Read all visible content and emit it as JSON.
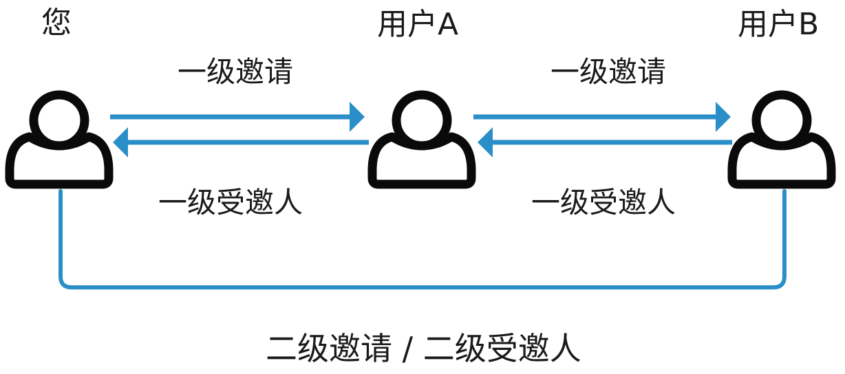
{
  "nodes": {
    "you": {
      "label": "您"
    },
    "user_a": {
      "label": "用户A"
    },
    "user_b": {
      "label": "用户B"
    }
  },
  "edges": {
    "you_to_a": {
      "label": "一级邀请"
    },
    "a_to_you": {
      "label": "一级受邀人"
    },
    "a_to_b": {
      "label": "一级邀请"
    },
    "b_to_a": {
      "label": "一级受邀人"
    },
    "you_b_link": {
      "label": "二级邀请 / 二级受邀人"
    }
  },
  "colors": {
    "arrow": "#2a8fc8",
    "icon_stroke": "#0a0a0a"
  },
  "icons": {
    "person": "user-icon"
  }
}
